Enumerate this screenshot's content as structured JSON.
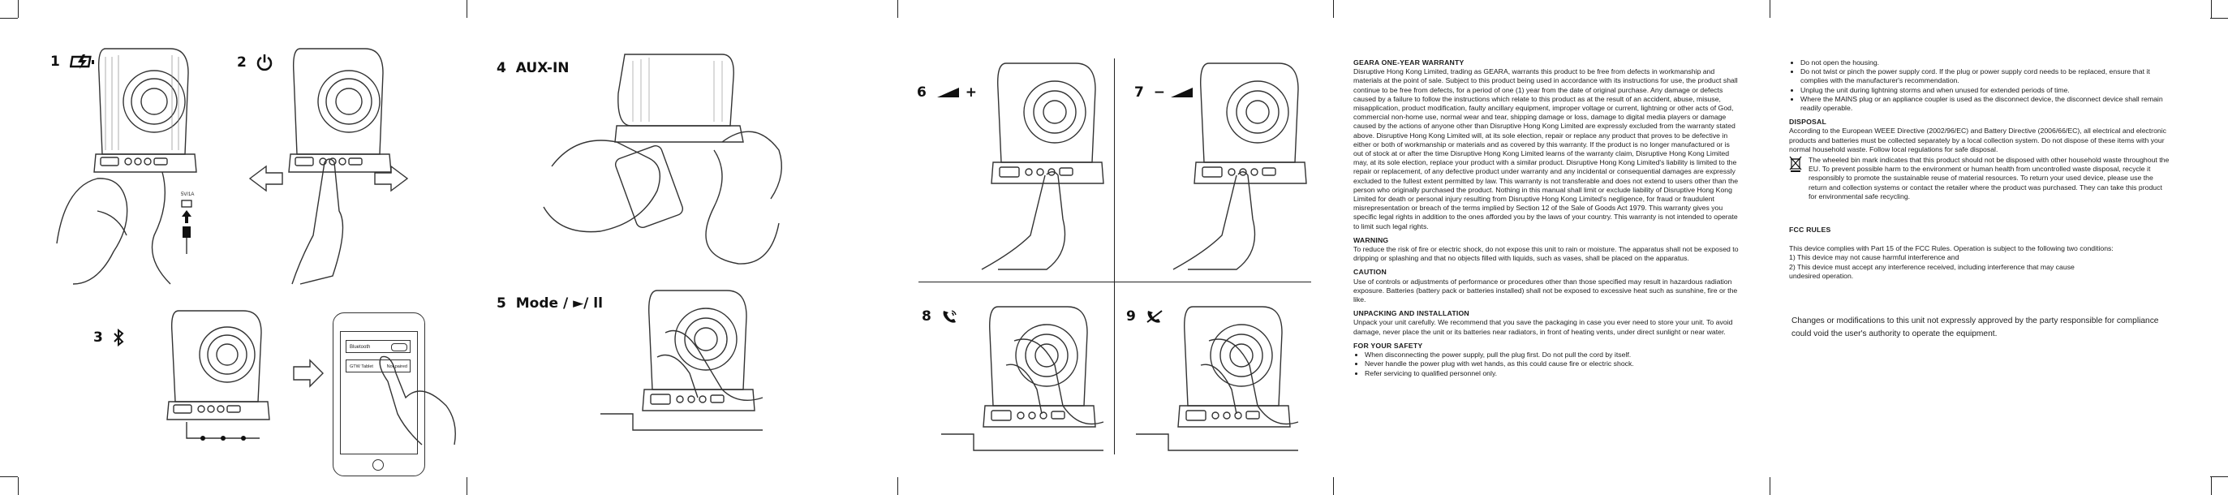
{
  "steps": {
    "s1": {
      "num": "1",
      "icon": "battery-charging-icon"
    },
    "s2": {
      "num": "2",
      "icon": "power-icon"
    },
    "s3": {
      "num": "3",
      "icon": "bluetooth-icon"
    },
    "s4": {
      "num": "4",
      "label": "AUX-IN"
    },
    "s5": {
      "num": "5",
      "label": "Mode / ►/ ll"
    },
    "s6": {
      "num": "6",
      "icon": "volume-up-icon",
      "sign": "+"
    },
    "s7": {
      "num": "7",
      "icon": "volume-down-icon",
      "sign": "−"
    },
    "s8": {
      "num": "8",
      "icon": "phone-answer-icon"
    },
    "s9": {
      "num": "9",
      "icon": "phone-hangup-icon"
    }
  },
  "phone_screen": {
    "bt_label": "Bluetooth",
    "device_label": "GTW Tablet",
    "device_status": "Not paired"
  },
  "charger_label": "5V/1A",
  "warranty": {
    "title": "GEARA ONE-YEAR WARRANTY",
    "body": "Disruptive Hong Kong Limited, trading as GEARA, warrants this product to be free from defects in workmanship and materials at the point of sale. Subject to this product being used in accordance with its instructions for use, the product shall continue to be free from defects, for a period of one (1) year from the date of original purchase. Any damage or defects caused by a failure to follow the instructions which relate to this product as at the result of an accident, abuse, misuse, misapplication, product modification, faulty ancillary equipment, improper voltage or current, lightning or other acts of God, commercial non-home use, normal wear and tear, shipping damage or loss, damage to digital media players or damage caused by the actions of anyone other than Disruptive Hong Kong Limited are expressly excluded from the warranty stated above. Disruptive Hong Kong Limited will, at its sole election, repair or replace any product that proves to be defective in either or both of workmanship or materials and as covered by this warranty. If the product is no longer manufactured or is out of stock at or after the time Disruptive Hong Kong Limited learns of the warranty claim, Disruptive Hong Kong Limited may, at its sole election, replace your product with a similar product. Disruptive Hong Kong Limited's liability is limited to the repair or replacement, of any defective product under warranty and any incidental or consequential damages are expressly excluded to the fullest extent permitted by law. This warranty is not transferable and does not extend to users other than the person who originally purchased the product. Nothing in this manual shall limit or exclude liability of Disruptive Hong Kong Limited for death or personal injury resulting from Disruptive Hong Kong Limited's negligence, for fraud or fraudulent misrepresentation or breach of the terms implied by Section 12 of the Sale of Goods Act 1979. This warranty gives you specific legal rights in addition to the ones afforded you by the laws of your country. This warranty is not intended to operate to limit such legal rights."
  },
  "warning": {
    "title": "WARNING",
    "body": "To reduce the risk of fire or electric shock, do not expose this unit to rain or moisture. The apparatus shall not be exposed to dripping or splashing and that no objects filled with liquids, such as vases, shall be placed on the apparatus."
  },
  "caution": {
    "title": "CAUTION",
    "body": "Use of controls or adjustments of performance or procedures other than those specified may result in hazardous radiation exposure. Batteries (battery pack or batteries installed) shall not be exposed to excessive heat such as sunshine, fire or the like."
  },
  "unpacking": {
    "title": "UNPACKING AND INSTALLATION",
    "body": "Unpack your unit carefully. We recommend that you save the packaging in case you ever need to store your unit. To avoid damage, never place the unit or its batteries near radiators, in front of heating vents, under direct sunlight or near water."
  },
  "safety": {
    "title": "FOR YOUR SAFETY",
    "items": [
      "When disconnecting the power supply, pull the plug first. Do not pull the cord by itself.",
      "Never handle the power plug with wet hands, as this could cause fire or electric shock.",
      "Refer servicing to qualified personnel only."
    ]
  },
  "safety_cont": {
    "items": [
      "Do not open the housing.",
      "Do not twist or pinch the power supply cord. If the plug or power supply cord needs to be replaced, ensure that it complies with the manufacturer's recommendation.",
      "Unplug the unit during lightning storms and when unused for extended periods of time.",
      "Where the MAINS plug or an appliance coupler is used as the disconnect device, the disconnect device shall remain readily operable."
    ]
  },
  "disposal": {
    "title": "DISPOSAL",
    "intro": "According to the European WEEE Directive (2002/96/EC) and Battery Directive (2006/66/EC), all electrical and electronic products and batteries must be collected separately by a local collection system. Do not dispose of these items with your normal household waste. Follow local regulations for safe disposal.",
    "bin_text": "The wheeled bin mark indicates that this product should not be disposed with other household waste throughout the EU. To prevent possible harm to the environment or human health from uncontrolled waste disposal, recycle it responsibly to promote the sustainable reuse of material resources. To return your used device, please use the return and collection systems or contact the retailer where the product was purchased. They can take this product for environmental safe recycling."
  },
  "fcc": {
    "title": "FCC RULES",
    "intro": "This device complies with Part 15 of the FCC Rules. Operation is subject to the following two conditions:",
    "c1": "1) This device may not cause harmful interference and",
    "c2": "2) This device must accept any interference received, including interference that may cause",
    "c3": "undesired operation.",
    "note": "Changes or modifications to this unit not expressly approved by the party responsible for compliance could void the user's authority to operate the equipment."
  }
}
